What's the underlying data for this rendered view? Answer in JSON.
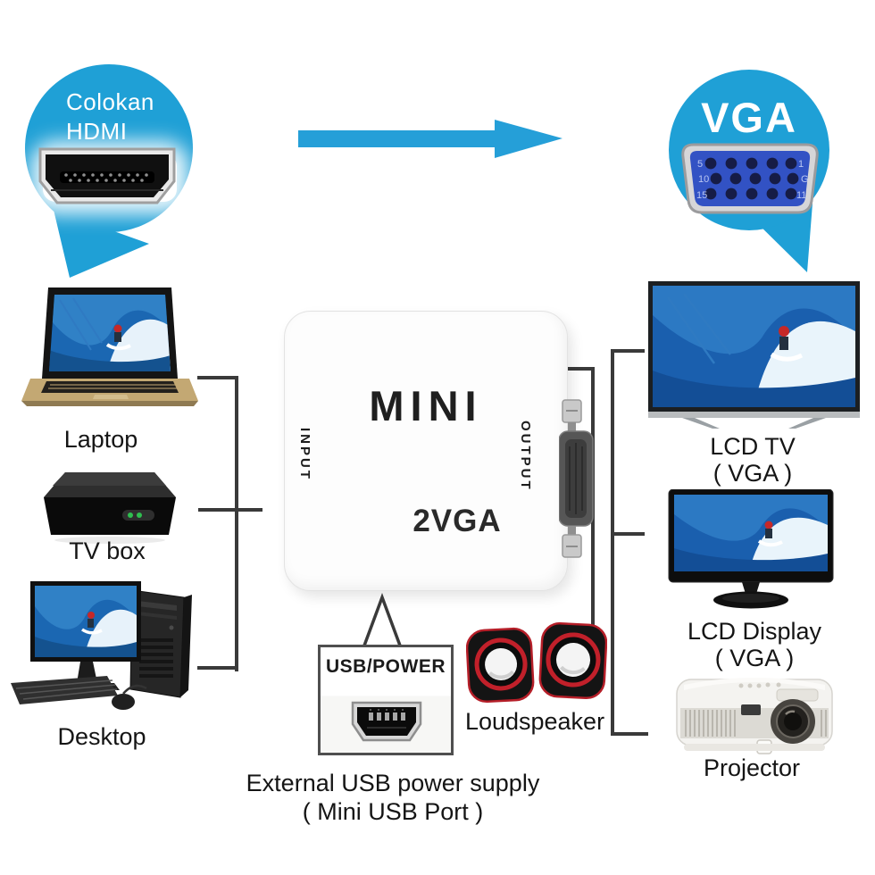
{
  "callouts": {
    "hdmi": {
      "line1": "Colokan",
      "line2": "HDMI"
    },
    "vga": {
      "label": "VGA",
      "pins": {
        "tl": "5",
        "tr": "1",
        "ml": "10",
        "mr": "G",
        "bl": "15",
        "br": "11"
      }
    }
  },
  "converter": {
    "brand": "MINI",
    "model": "2VGA",
    "input_label": "INPUT",
    "output_label": "OUTPUT"
  },
  "devices": {
    "laptop": {
      "label": "Laptop"
    },
    "tv_box": {
      "label": "TV box"
    },
    "desktop": {
      "label": "Desktop"
    },
    "lcd_tv": {
      "label": "LCD TV",
      "sub_label": "( VGA )"
    },
    "lcd_display": {
      "label": "LCD Display",
      "sub_label": "( VGA )"
    },
    "projector": {
      "label": "Projector"
    },
    "loudspeaker": {
      "label": "Loudspeaker"
    }
  },
  "power": {
    "box_label": "USB/POWER",
    "caption_line1": "External USB power supply",
    "caption_line2": "( Mini USB Port )"
  },
  "colors": {
    "bubble_blue": "#1fa0d6",
    "arrow_blue": "#259fd8",
    "connector_line": "#3a3a3a",
    "speaker_accent_red": "#c1202a",
    "vga_port_blue": "#3252c4"
  }
}
